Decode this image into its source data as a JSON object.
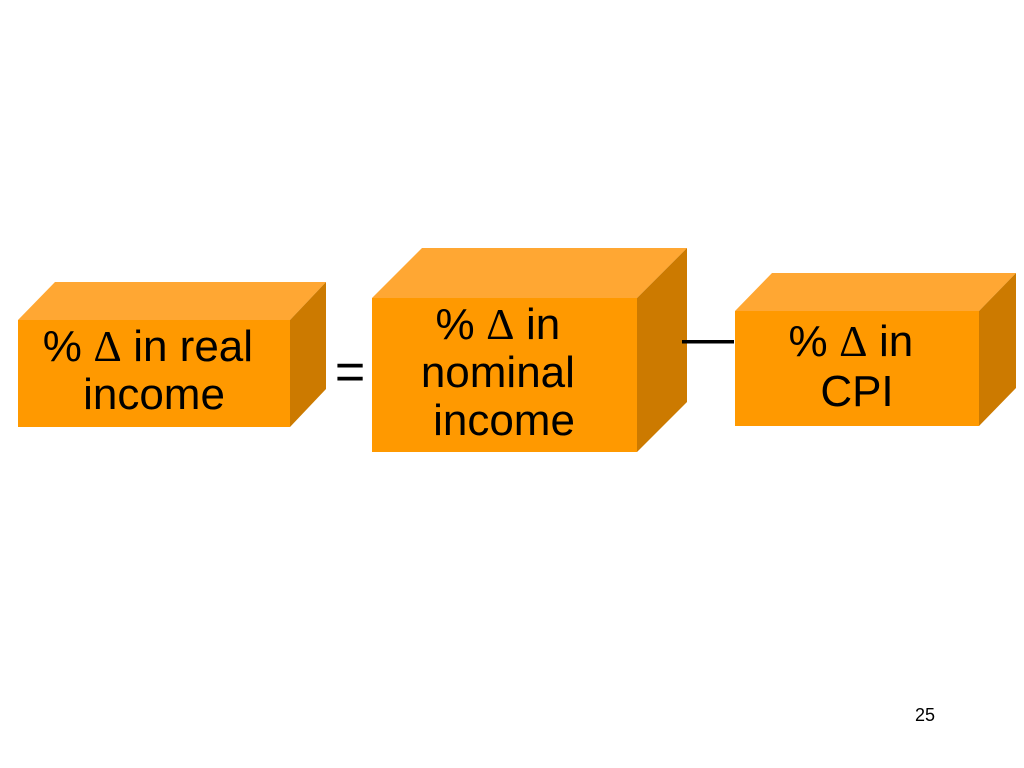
{
  "colors": {
    "front": "#FF9900",
    "top": "#FFA733",
    "side": "#CC7A00"
  },
  "boxes": [
    {
      "name": "real-income-box",
      "lines": [
        [
          "% ",
          "∆",
          " in real"
        ],
        [
          "income"
        ]
      ]
    },
    {
      "name": "nominal-income-box",
      "lines": [
        [
          "% ",
          "∆",
          " in"
        ],
        [
          "nominal"
        ],
        [
          "income"
        ]
      ]
    },
    {
      "name": "cpi-box",
      "lines": [
        [
          "% ",
          "∆",
          " in"
        ],
        [
          "CPI"
        ]
      ]
    }
  ],
  "operators": {
    "equals": "=",
    "minus": "—"
  },
  "page_number": "25"
}
